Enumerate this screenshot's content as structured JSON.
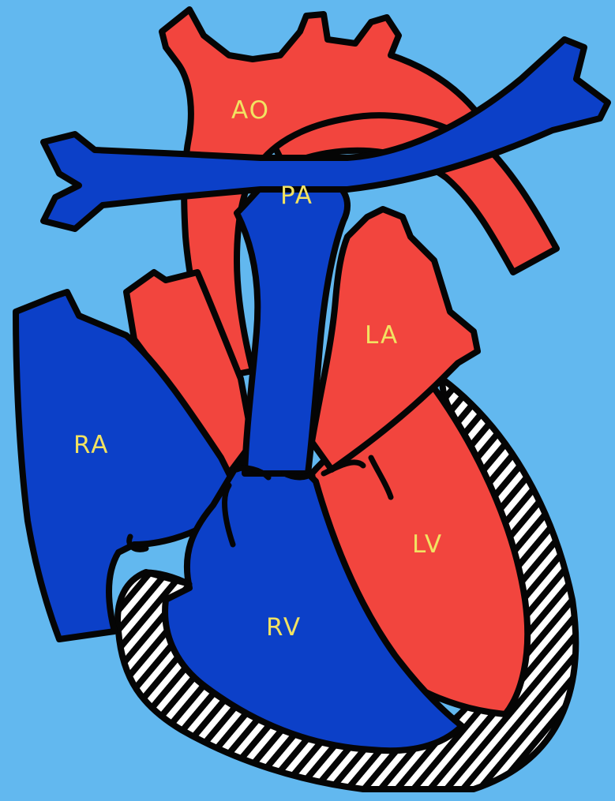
{
  "colors": {
    "background": "#62b8ef",
    "oxygenated": "#f2453e",
    "deoxygenated": "#0c40c8",
    "outline": "#050505",
    "label": "#f2e262",
    "wall_stripe": "#ffffff"
  },
  "labels": {
    "aorta": "AO",
    "pulmonary_artery": "PA",
    "left_atrium": "LA",
    "right_atrium": "RA",
    "left_ventricle": "LV",
    "right_ventricle": "RV"
  }
}
